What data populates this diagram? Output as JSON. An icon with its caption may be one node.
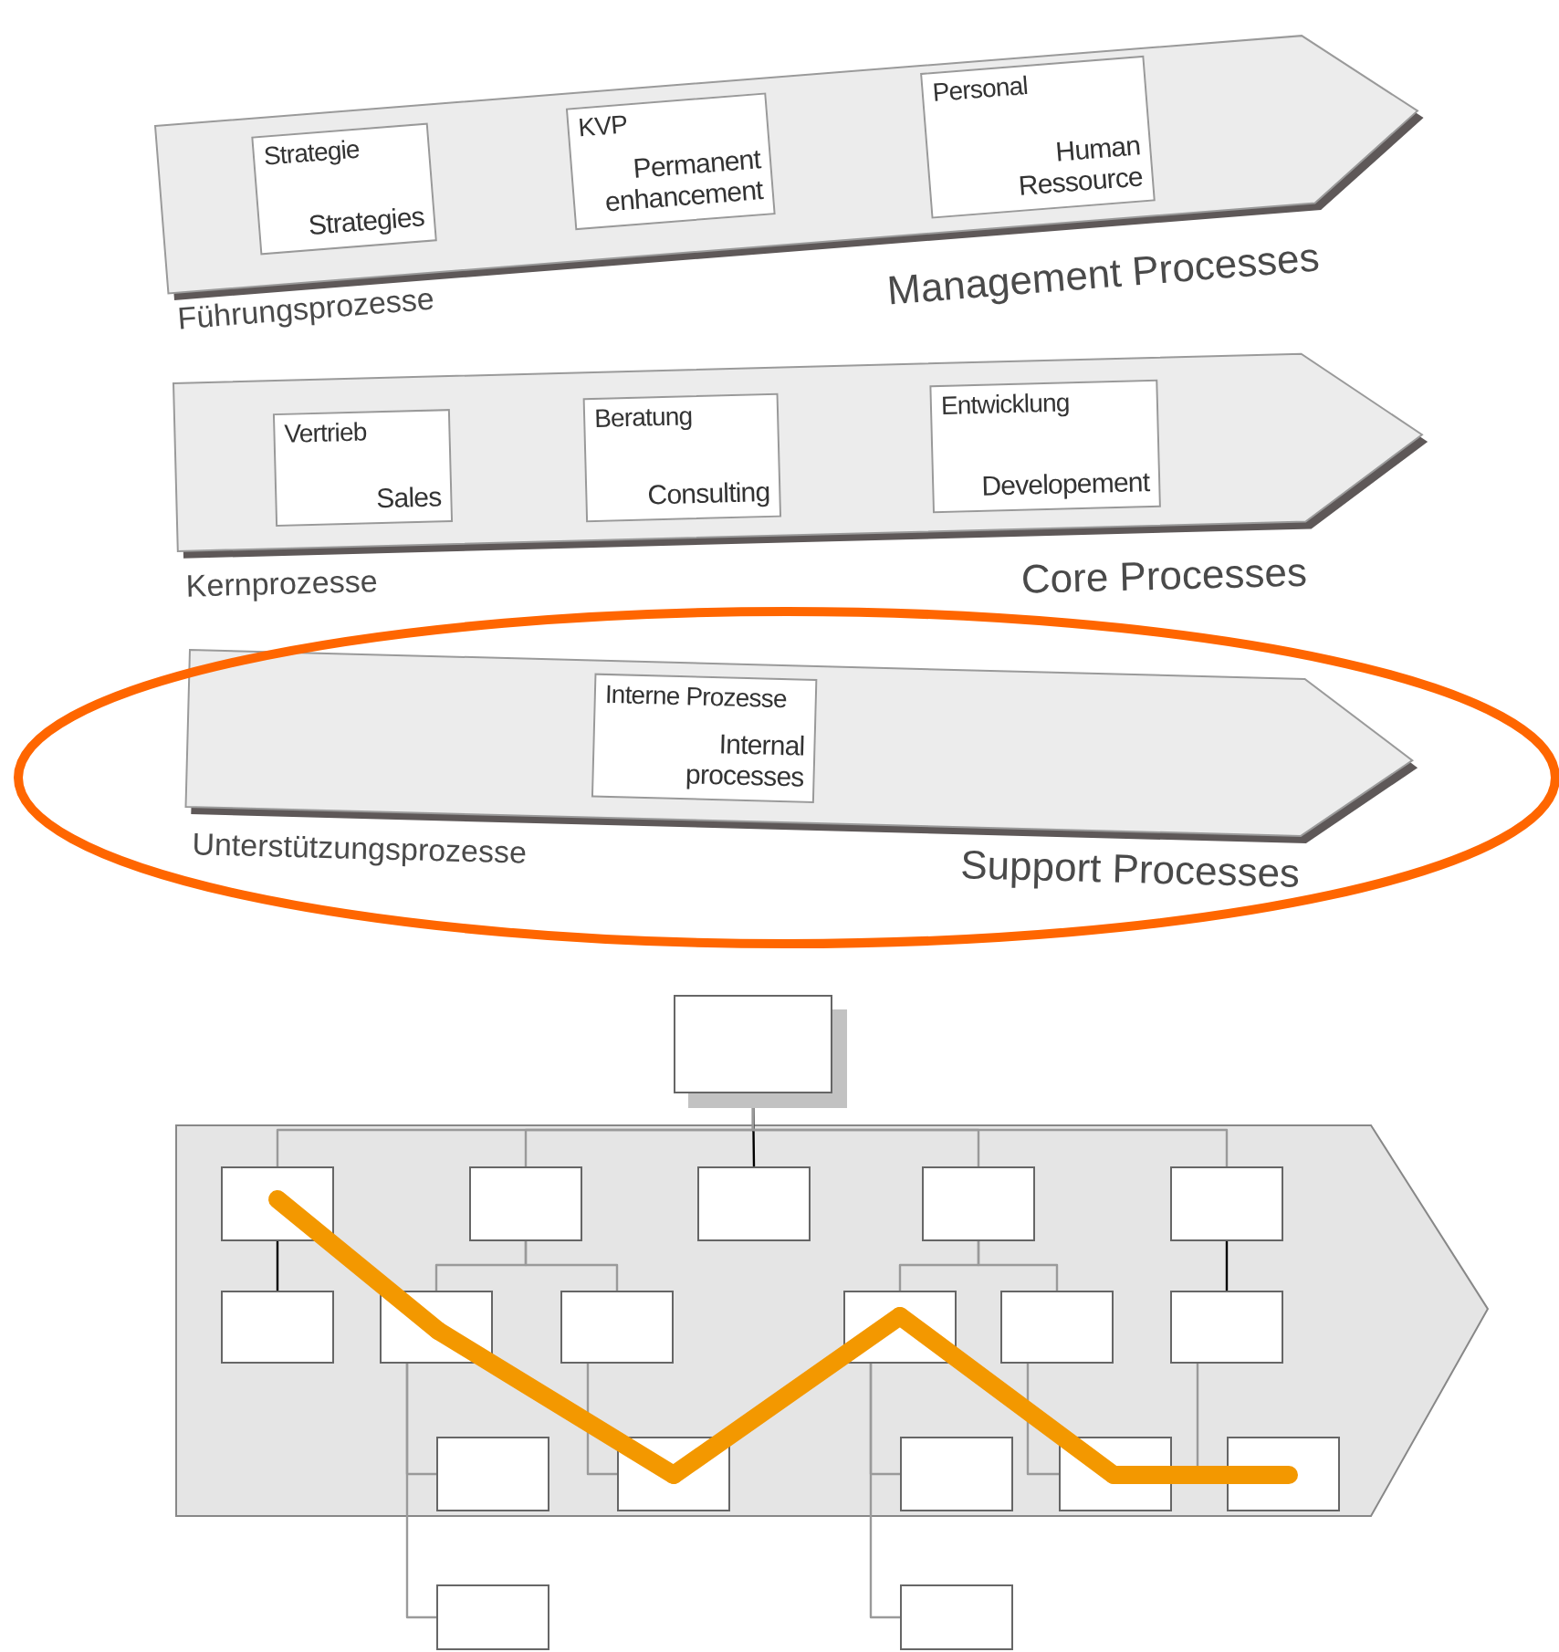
{
  "diagram": {
    "nodes": [
      {
        "text": [
          "Führungsprozesse",
          "Management Processes"
        ]
      },
      {
        "text": [
          "Strategie",
          "Strategies"
        ],
        "in": 0
      },
      {
        "text": [
          "KVP",
          "Permanent enhancement"
        ],
        "in": 0
      },
      {
        "text": [
          "Personal",
          "Human Ressource"
        ],
        "in": 0
      },
      {
        "text": [
          "Kernprozesse",
          "Core Processes"
        ]
      },
      {
        "text": [
          "Vertrieb",
          "Sales"
        ],
        "in": 4
      },
      {
        "text": [
          "Beratung",
          "Consulting"
        ],
        "in": 4
      },
      {
        "text": [
          "Entwicklung",
          "Developement"
        ],
        "in": 4
      },
      {
        "text": [
          "Unterstützungsprozesse",
          "Support Processes"
        ]
      },
      {
        "text": [
          "Interne Prozesse",
          "Internal processes"
        ],
        "in": 8
      },
      {
        "text": [],
        "shape": "box"
      },
      {
        "text": [],
        "shape": "arrow"
      },
      {
        "text": [],
        "shape": "box",
        "in": 11
      },
      {
        "text": [],
        "shape": "box",
        "in": 11
      },
      {
        "text": [],
        "shape": "box",
        "in": 11
      },
      {
        "text": [],
        "shape": "box",
        "in": 11
      },
      {
        "text": [],
        "shape": "box",
        "in": 11
      },
      {
        "text": [],
        "shape": "box",
        "in": 11
      },
      {
        "text": [],
        "shape": "box",
        "in": 11
      },
      {
        "text": [],
        "shape": "box",
        "in": 11
      },
      {
        "text": [],
        "shape": "box",
        "in": 11
      },
      {
        "text": [],
        "shape": "box",
        "in": 11
      },
      {
        "text": [],
        "shape": "box",
        "in": 11
      },
      {
        "text": [],
        "shape": "box",
        "in": 11
      },
      {
        "text": [],
        "shape": "box",
        "in": 11
      },
      {
        "text": [],
        "shape": "box",
        "in": 11
      },
      {
        "text": [],
        "shape": "box",
        "in": 11
      },
      {
        "text": [],
        "shape": "box",
        "in": 11
      },
      {
        "text": [],
        "shape": "box"
      },
      {
        "text": [],
        "shape": "box"
      }
    ],
    "edges": [
      {
        "from": 10,
        "to": 12,
        "arrow": "none"
      },
      {
        "from": 10,
        "to": 13,
        "arrow": "none"
      },
      {
        "from": 10,
        "to": 14,
        "arrow": "none",
        "color": "#000000"
      },
      {
        "from": 10,
        "to": 15,
        "arrow": "none"
      },
      {
        "from": 10,
        "to": 16,
        "arrow": "none"
      },
      {
        "from": 12,
        "to": 17,
        "arrow": "none",
        "color": "#000000"
      },
      {
        "from": 13,
        "to": 18,
        "arrow": "none"
      },
      {
        "from": 13,
        "to": 19,
        "arrow": "none"
      },
      {
        "from": 15,
        "to": 20,
        "arrow": "none"
      },
      {
        "from": 15,
        "to": 21,
        "arrow": "none"
      },
      {
        "from": 16,
        "to": 22,
        "arrow": "none",
        "color": "#000000"
      },
      {
        "from": 18,
        "to": 23,
        "arrow": "none"
      },
      {
        "from": 18,
        "to": 28,
        "arrow": "none"
      },
      {
        "from": 19,
        "to": 24,
        "arrow": "none"
      },
      {
        "from": 20,
        "to": 25,
        "arrow": "none"
      },
      {
        "from": 20,
        "to": 29,
        "arrow": "none"
      },
      {
        "from": 21,
        "to": 26,
        "arrow": "none"
      },
      {
        "from": 22,
        "to": 27,
        "arrow": "none"
      },
      {
        "from": 12,
        "to": 18,
        "arrow": "none",
        "style": "thick",
        "color": "#f39800"
      },
      {
        "from": 18,
        "to": 24,
        "arrow": "none",
        "style": "thick",
        "color": "#f39800"
      },
      {
        "from": 24,
        "to": 20,
        "arrow": "none",
        "style": "thick",
        "color": "#f39800"
      },
      {
        "from": 20,
        "to": 26,
        "arrow": "none",
        "style": "thick",
        "color": "#f39800"
      },
      {
        "from": 26,
        "to": 27,
        "arrow": "none",
        "style": "thick",
        "color": "#f39800"
      }
    ]
  }
}
